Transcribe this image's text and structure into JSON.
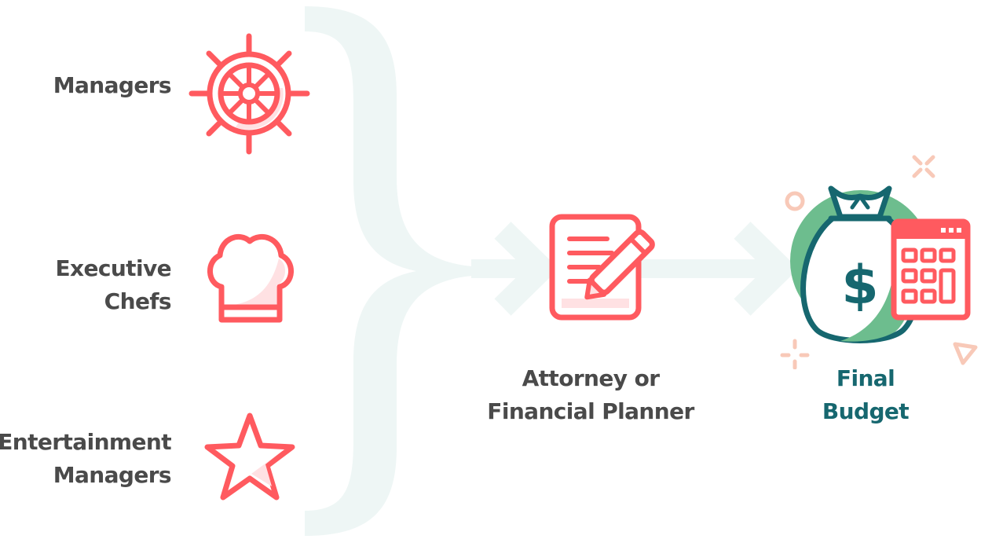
{
  "colors": {
    "coral": "#ff5a5f",
    "coral_light": "#ffe1e3",
    "teal": "#16676f",
    "green": "#6dbd8e",
    "bracket": "#eef6f5",
    "peach": "#f8c9b8",
    "text": "#4a4a4a"
  },
  "sources": [
    {
      "lines": [
        "Managers"
      ],
      "icon": "ships-wheel-icon"
    },
    {
      "lines": [
        "Executive",
        "Chefs"
      ],
      "icon": "chef-hat-icon"
    },
    {
      "lines": [
        "Entertainment",
        "Managers"
      ],
      "icon": "star-icon"
    }
  ],
  "middle": {
    "lines": [
      "Attorney or",
      "Financial Planner"
    ],
    "icon": "document-pen-icon"
  },
  "final": {
    "lines": [
      "Final",
      "Budget"
    ],
    "icon": "money-bag-calculator-icon",
    "symbol": "$"
  },
  "connectors": [
    "chevron-arrow-icon",
    "chevron-arrow-icon"
  ]
}
